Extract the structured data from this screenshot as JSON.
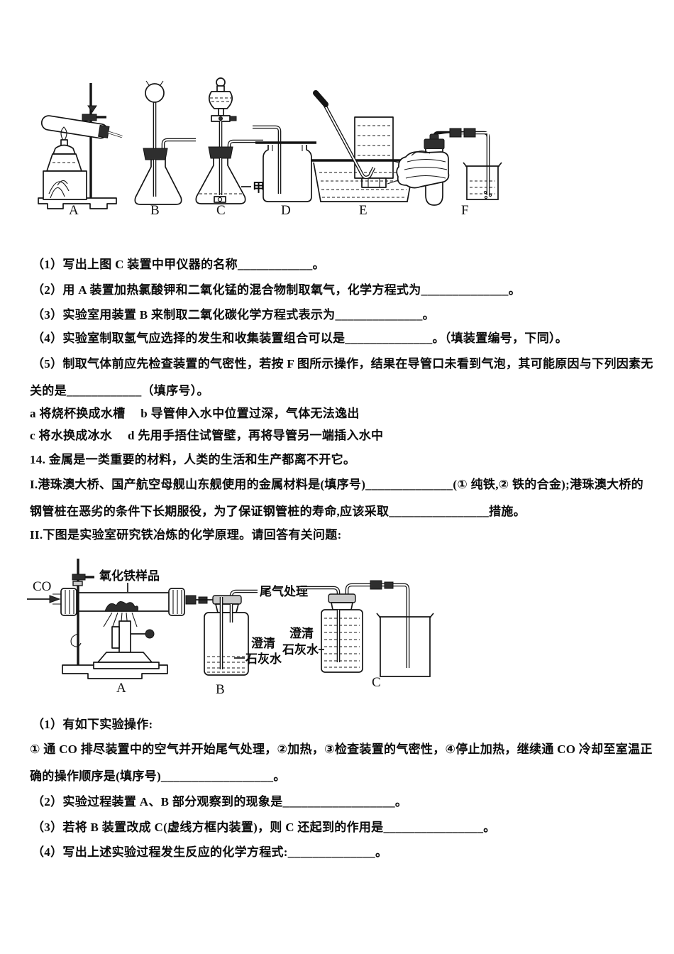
{
  "figure1": {
    "device_labels": [
      "A",
      "B",
      "C",
      "D",
      "E",
      "F"
    ],
    "annotation_jia": "甲"
  },
  "section_gas": {
    "q1": "（1）写出上图 C 装置中甲仪器的名称____________。",
    "q2": "（2）用 A 装置加热氯酸钾和二氧化锰的混合物制取氧气，化学方程式为______________。",
    "q3": "（3）实验室用装置 B 来制取二氧化碳化学方程式表示为______________。",
    "q4": "（4）实验室制取氢气应选择的发生和收集装置组合可以是______________。（填装置编号，下同）。",
    "q5_line1": "（5）制取气体前应先检查装置的气密性，若按 F 图所示操作，结果在导管口未看到气泡，其可能原因与下列因素无",
    "q5_line2": "关的是____________（填序号）。",
    "option_ab": "a 将烧杯换成水槽　 b 导管伸入水中位置过深，气体无法逸出",
    "option_cd": "c 将水换成冰水　  d 先用手捂住试管壁，再将导管另一端插入水中"
  },
  "section_metal": {
    "q14_intro": "14. 金属是一类重要的材料，人类的生活和生产都离不开它。",
    "part1_line1": "I.港珠澳大桥、国产航空母舰山东舰使用的金属材料是(填序号)______________(① 纯铁,② 铁的合金);港珠澳大桥的",
    "part1_line2": "钢管桩在恶劣的条件下长期服役，为了保证钢管桩的寿命,应该采取________________措施。",
    "part2_intro": "II.下图是实验室研究铁冶炼的化学原理。请回答有关问题:"
  },
  "figure2": {
    "co_label": "CO",
    "sample_label": "氧化铁样品",
    "tail_gas_label": "尾气处理",
    "limewater_b_line1": "澄清",
    "limewater_b_line2": "石灰水",
    "limewater_c_line1": "澄清",
    "limewater_c_line2": "石灰水",
    "device_labels": [
      "A",
      "B",
      "C"
    ]
  },
  "section_iron": {
    "q1_intro": "（1）有如下实验操作:",
    "q1_ops_line1": "① 通 CO 排尽装置中的空气并开始尾气处理，②加热，③检查装置的气密性，④停止加热，继续通 CO 冷却至室温正",
    "q1_ops_line2": "确的操作顺序是(填序号)__________________。",
    "q2": "（2）实验过程装置 A、B 部分观察到的现象是__________________。",
    "q3": "（3）若将 B 装置改成 C(虚线方框内装置)，则 C 还起到的作用是________________。",
    "q4": "（4）写出上述实验过程发生反应的化学方程式:______________。"
  }
}
